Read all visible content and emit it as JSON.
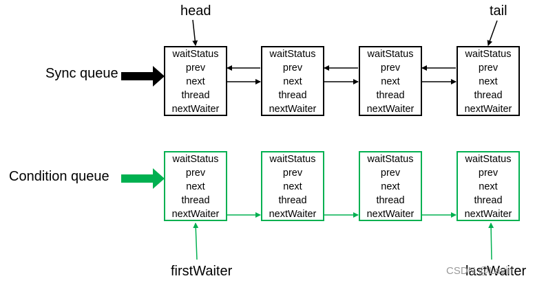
{
  "diagram": {
    "colors": {
      "sync": "#000000",
      "condition": "#00b050",
      "watermark": "#9a9a9a"
    },
    "sync_queue": {
      "label": "Sync queue",
      "head_label": "head",
      "tail_label": "tail",
      "nodes": [
        {
          "fields": [
            "waitStatus",
            "prev",
            "next",
            "thread",
            "nextWaiter"
          ]
        },
        {
          "fields": [
            "waitStatus",
            "prev",
            "next",
            "thread",
            "nextWaiter"
          ]
        },
        {
          "fields": [
            "waitStatus",
            "prev",
            "next",
            "thread",
            "nextWaiter"
          ]
        },
        {
          "fields": [
            "waitStatus",
            "prev",
            "next",
            "thread",
            "nextWaiter"
          ]
        }
      ]
    },
    "condition_queue": {
      "label": "Condition queue",
      "first_label": "firstWaiter",
      "last_label": "lastWaiter",
      "nodes": [
        {
          "fields": [
            "waitStatus",
            "prev",
            "next",
            "thread",
            "nextWaiter"
          ]
        },
        {
          "fields": [
            "waitStatus",
            "prev",
            "next",
            "thread",
            "nextWaiter"
          ]
        },
        {
          "fields": [
            "waitStatus",
            "prev",
            "next",
            "thread",
            "nextWaiter"
          ]
        },
        {
          "fields": [
            "waitStatus",
            "prev",
            "next",
            "thread",
            "nextWaiter"
          ]
        }
      ]
    },
    "watermark": "CSDN @Lavin"
  }
}
